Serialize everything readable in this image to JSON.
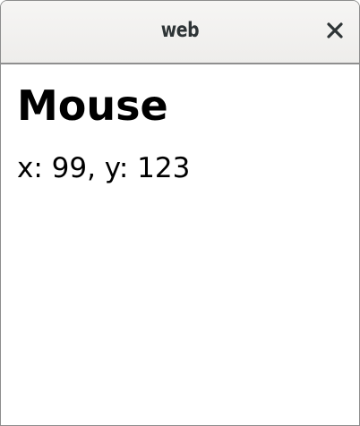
{
  "window": {
    "title": "web",
    "close_icon": "close-icon"
  },
  "page": {
    "heading": "Mouse",
    "coordinates_text": "x: 99, y: 123"
  }
}
